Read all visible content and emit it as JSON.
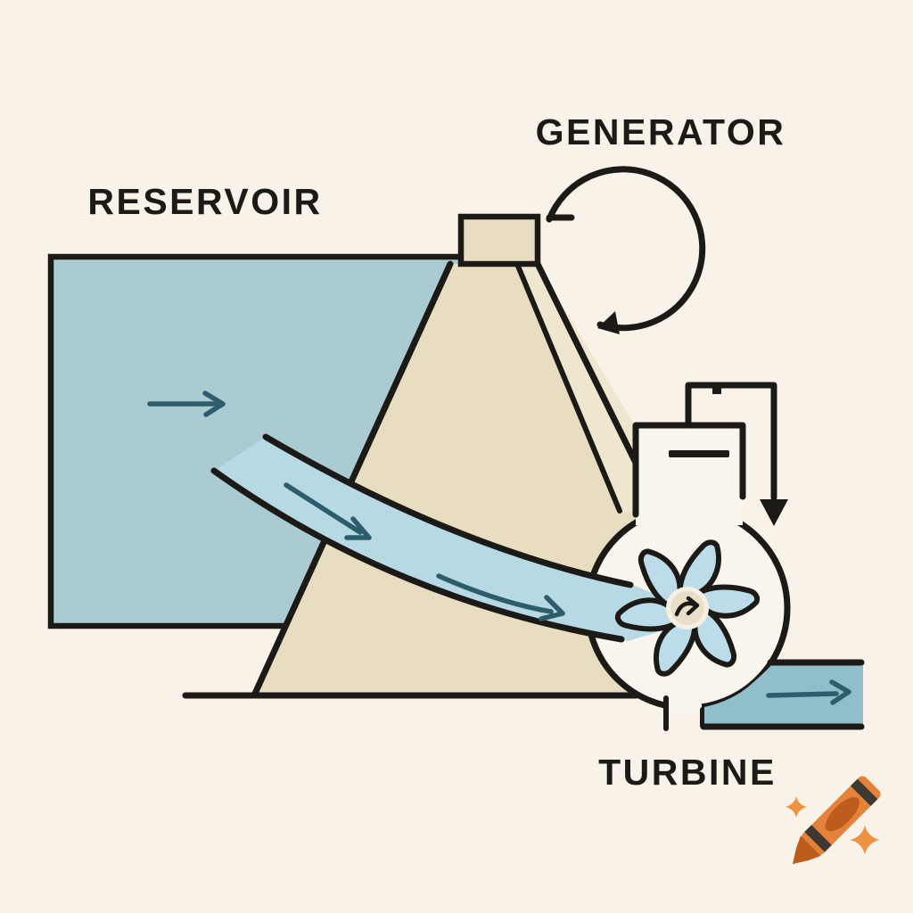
{
  "title": "Hydroelectric dam diagram",
  "labels": {
    "reservoir": "RESERVOIR",
    "generator": "GENERATOR",
    "turbine": "TURBINE"
  },
  "icons": {
    "reservoir_flow": "arrow-right-icon",
    "penstock_flow": "arrow-down-right-icon",
    "tailrace_flow": "arrow-right-icon",
    "generator_rotation": "circular-arrow-icon",
    "generator_output": "arrow-down-icon",
    "turbine_rotation": "curved-arrow-icon",
    "watermark": "crayon-icon"
  },
  "colors": {
    "bg": "#f9f2e8",
    "line": "#1c1a17",
    "reservoir": "#a9cbd1",
    "pipeWater": "#b6d9e3",
    "tailrace": "#90bec9",
    "dam": "#e8ddc1",
    "damFace": "#efe6d0",
    "housing": "#f9f5ee",
    "blade": "#bddcea",
    "hub": "#e9dfc8",
    "hubRing": "#f6f0e3",
    "flowArrow": "#2d5d6d",
    "crayon": "#e5823a",
    "crayonDark": "#bc5d1e",
    "crayonStripe": "#3d3831",
    "sparkle": "#ef9243"
  }
}
